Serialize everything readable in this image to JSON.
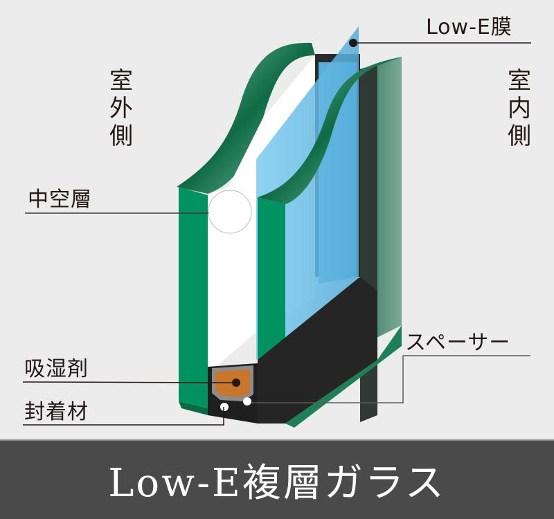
{
  "title": "Low-E複層ガラス",
  "side_labels": {
    "outdoor": [
      "室",
      "外",
      "側"
    ],
    "indoor": [
      "室",
      "内",
      "側"
    ]
  },
  "callouts": {
    "low_e_film": "Low-E膜",
    "hollow_layer": "中空層",
    "desiccant": "吸湿剤",
    "sealant": "封着材",
    "spacer": "スペーサー"
  },
  "colors": {
    "background": "#ececed",
    "glass_green": "#009260",
    "glass_dark": "#0e5a3c",
    "low_e_blue": "#6cc3ee",
    "spacer_dark": "#1f1f1f",
    "desiccant": "#c9762c",
    "footer_bg": "#4a4a4a",
    "text": "#231815"
  }
}
